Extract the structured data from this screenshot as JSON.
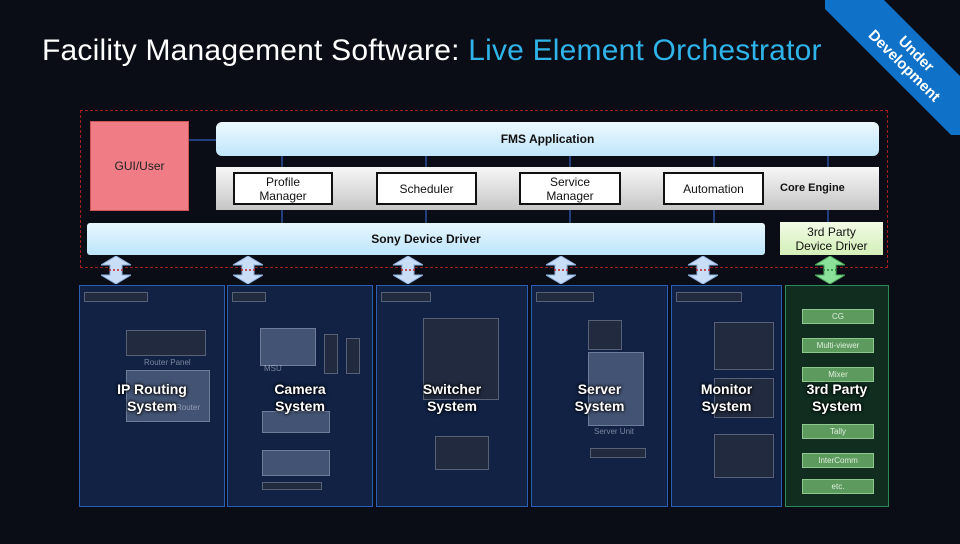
{
  "title": {
    "main": "Facility Management Software:",
    "accent": "Live Element Orchestrator"
  },
  "banner": {
    "line1": "Under",
    "line2": "Development"
  },
  "gui_user": "GUI/User",
  "fms_application": "FMS Application",
  "core_engine": {
    "label": "Core Engine",
    "modules": [
      {
        "line1": "Profile",
        "line2": "Manager"
      },
      {
        "line1": "Scheduler",
        "line2": ""
      },
      {
        "line1": "Service",
        "line2": "Manager"
      },
      {
        "line1": "Automation",
        "line2": ""
      }
    ]
  },
  "sony_device_driver": "Sony Device Driver",
  "third_party_driver": {
    "line1": "3rd Party",
    "line2": "Device Driver"
  },
  "systems": [
    {
      "line1": "IP Routing",
      "line2": "System",
      "inner": [
        "Router Panel",
        "Router"
      ]
    },
    {
      "line1": "Camera",
      "line2": "System",
      "inner": [
        "MSU"
      ]
    },
    {
      "line1": "Switcher",
      "line2": "System",
      "inner": []
    },
    {
      "line1": "Server",
      "line2": "System",
      "inner": [
        "Server Unit"
      ]
    },
    {
      "line1": "Monitor",
      "line2": "System",
      "inner": []
    },
    {
      "line1": "3rd Party",
      "line2": "System",
      "inner": []
    }
  ],
  "third_party_items": [
    "CG",
    "Multi-viewer",
    "Mixer",
    "Tally",
    "InterComm",
    "etc."
  ],
  "colors": {
    "accent": "#2fb4ea",
    "banner": "#0f72c8",
    "gui": "#f07d86",
    "frame": "#a02020"
  }
}
